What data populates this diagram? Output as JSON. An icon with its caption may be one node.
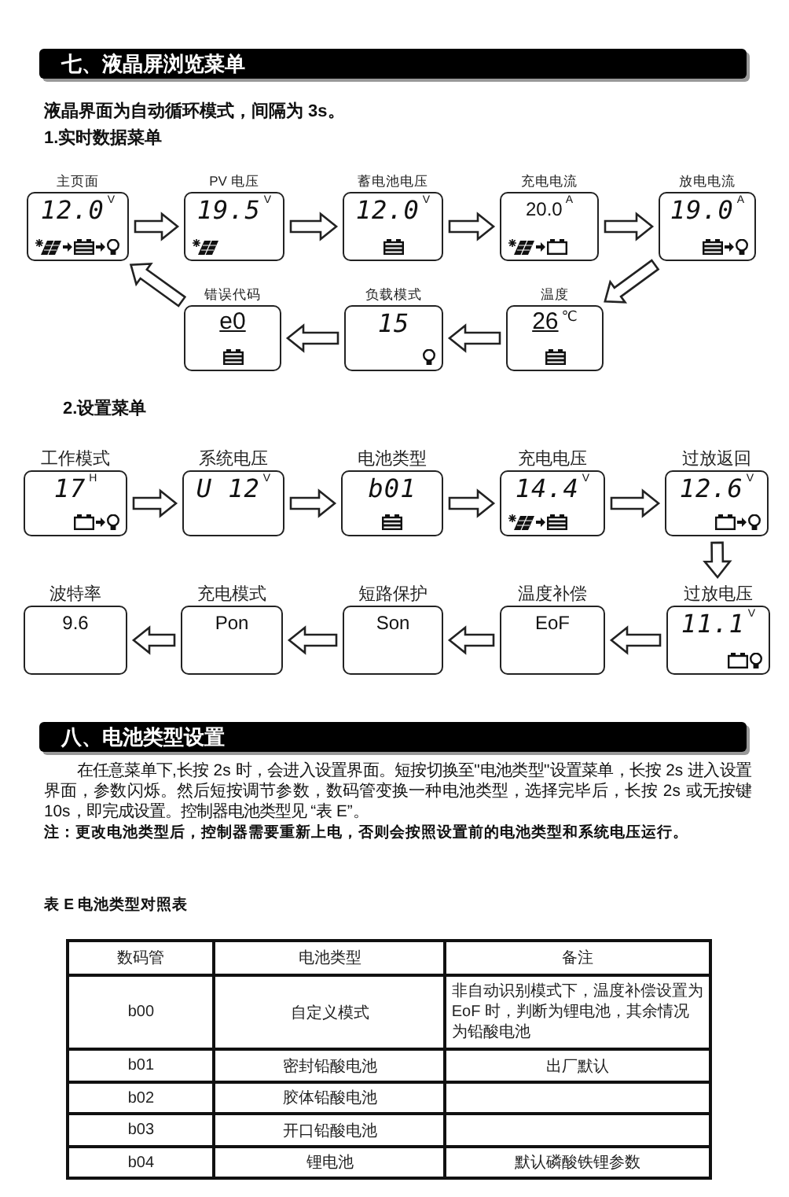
{
  "diagram": {
    "nodes": [
      {
        "text": [
          "主页面",
          "12.0",
          "V"
        ]
      },
      {
        "text": [
          "PV 电压",
          "19.5",
          "V"
        ]
      },
      {
        "text": [
          "蓄电池电压",
          "12.0",
          "V"
        ]
      },
      {
        "text": [
          "充电电流",
          "20.0",
          "A"
        ]
      },
      {
        "text": [
          "放电电流",
          "19.0",
          "A"
        ]
      },
      {
        "text": [
          "错误代码",
          "e0"
        ]
      },
      {
        "text": [
          "负载模式",
          "15"
        ]
      },
      {
        "text": [
          "温度",
          "26",
          "℃"
        ]
      },
      {
        "text": [
          "工作模式",
          "17",
          "H"
        ]
      },
      {
        "text": [
          "系统电压",
          "U 12",
          "V"
        ]
      },
      {
        "text": [
          "电池类型",
          "b01"
        ]
      },
      {
        "text": [
          "充电电压",
          "14.4",
          "V"
        ]
      },
      {
        "text": [
          "过放返回",
          "12.6",
          "V"
        ]
      },
      {
        "text": [
          "波特率",
          "9.6"
        ]
      },
      {
        "text": [
          "充电模式",
          "Pon"
        ]
      },
      {
        "text": [
          "短路保护",
          "Son"
        ]
      },
      {
        "text": [
          "温度补偿",
          "EoF"
        ]
      },
      {
        "text": [
          "过放电压",
          "11.1",
          "V"
        ]
      }
    ],
    "edges": [
      {
        "from": 0,
        "to": 1,
        "arrow": "to"
      },
      {
        "from": 1,
        "to": 2,
        "arrow": "to"
      },
      {
        "from": 2,
        "to": 3,
        "arrow": "to"
      },
      {
        "from": 3,
        "to": 4,
        "arrow": "to"
      },
      {
        "from": 4,
        "to": 7,
        "arrow": "to"
      },
      {
        "from": 7,
        "to": 6,
        "arrow": "to"
      },
      {
        "from": 6,
        "to": 5,
        "arrow": "to"
      },
      {
        "from": 5,
        "to": 0,
        "arrow": "to"
      },
      {
        "from": 8,
        "to": 9,
        "arrow": "to"
      },
      {
        "from": 9,
        "to": 10,
        "arrow": "to"
      },
      {
        "from": 10,
        "to": 11,
        "arrow": "to"
      },
      {
        "from": 11,
        "to": 12,
        "arrow": "to"
      },
      {
        "from": 12,
        "to": 17,
        "arrow": "to"
      },
      {
        "from": 17,
        "to": 16,
        "arrow": "to"
      },
      {
        "from": 16,
        "to": 15,
        "arrow": "to"
      },
      {
        "from": 15,
        "to": 14,
        "arrow": "to"
      },
      {
        "from": 14,
        "to": 13,
        "arrow": "to"
      }
    ],
    "labels": [
      "七、液晶屏浏览菜单",
      "液晶界面为自动循环模式，间隔为 3s。",
      "1.实时数据菜单",
      "2.设置菜单",
      "八、电池类型设置",
      "在任意菜单下,长按 2s 时，会进入设置界面。短按切换至\"电池类型\"设置菜单，长按 2s 进入设置界面，参数闪烁。然后短按调节参数，数码管变换一种电池类型，选择完毕后，长按 2s 或无按键 10s，即完成设置。控制器电池类型见 “表 E”。",
      "注：更改电池类型后，控制器需要重新上电，否则会按照设置前的电池类型和系统电压运行。",
      "表 E 电池类型对照表",
      "数码管",
      "电池类型",
      "备注",
      "b00",
      "自定义模式",
      "非自动识别模式下，温度补偿设置为EoF 时，判断为锂电池，其余情况为铅酸电池",
      "b01",
      "密封铅酸电池",
      "出厂默认",
      "b02",
      "胶体铅酸电池",
      "b03",
      "开口铅酸电池",
      "b04",
      "锂电池",
      "默认磷酸铁锂参数"
    ]
  }
}
